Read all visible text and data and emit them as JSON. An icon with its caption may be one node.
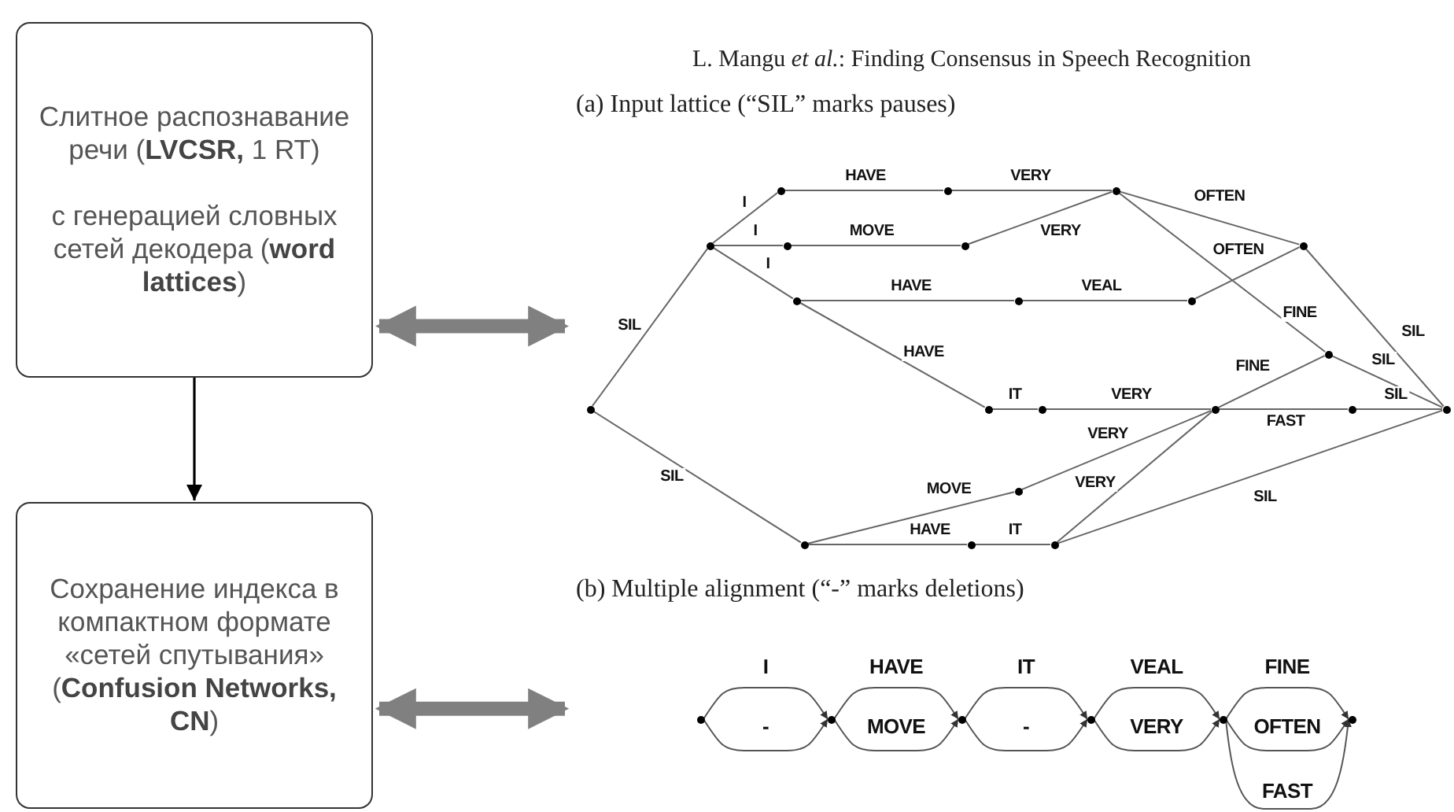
{
  "diagram": {
    "nodes": [
      {
        "text": [
          "Слитное распознавание речи (**LVCSR,** 1 RT)",
          "с генерацией словных сетей декодера (**word lattices**)"
        ]
      },
      {
        "text": [
          "Сохранение индекса в компактном формате «сетей спутывания» (**Confusion Networks, CN**)"
        ]
      },
      {
        "text": [
          "(a) Input lattice (“SIL” marks pauses)"
        ]
      },
      {
        "text": [],
        "shape": "circle",
        "in": 2
      },
      {
        "text": [],
        "shape": "circle",
        "in": 2
      },
      {
        "text": [],
        "shape": "circle",
        "in": 2
      },
      {
        "text": [],
        "shape": "circle",
        "in": 2
      },
      {
        "text": [],
        "shape": "circle",
        "in": 2
      },
      {
        "text": [],
        "shape": "circle",
        "in": 2
      },
      {
        "text": [],
        "shape": "circle",
        "in": 2
      },
      {
        "text": [],
        "shape": "circle",
        "in": 2
      },
      {
        "text": [],
        "shape": "circle",
        "in": 2
      },
      {
        "text": [],
        "shape": "circle",
        "in": 2
      },
      {
        "text": [],
        "shape": "circle",
        "in": 2
      },
      {
        "text": [],
        "shape": "circle",
        "in": 2
      },
      {
        "text": [],
        "shape": "circle",
        "in": 2
      },
      {
        "text": [],
        "shape": "circle",
        "in": 2
      },
      {
        "text": [],
        "shape": "circle",
        "in": 2
      },
      {
        "text": [],
        "shape": "circle",
        "in": 2
      },
      {
        "text": [],
        "shape": "circle",
        "in": 2
      },
      {
        "text": [],
        "shape": "circle",
        "in": 2
      },
      {
        "text": [],
        "shape": "circle",
        "in": 2
      },
      {
        "text": [],
        "shape": "circle",
        "in": 2
      },
      {
        "text": [],
        "shape": "circle",
        "in": 2
      },
      {
        "text": [
          "(b) Multiple alignment (“-” marks deletions)"
        ]
      },
      {
        "text": [],
        "shape": "circle",
        "in": 24
      },
      {
        "text": [],
        "shape": "circle",
        "in": 24
      },
      {
        "text": [],
        "shape": "circle",
        "in": 24
      },
      {
        "text": [],
        "shape": "circle",
        "in": 24
      },
      {
        "text": [],
        "shape": "circle",
        "in": 24
      },
      {
        "text": [],
        "shape": "circle",
        "in": 24
      }
    ],
    "edges": [
      {
        "from": 0,
        "to": 1,
        "arrow": "to",
        "color": "#000000"
      },
      {
        "from": 0,
        "to": 2,
        "arrow": "both",
        "style": "thick",
        "color": "#808080"
      },
      {
        "from": 1,
        "to": 24,
        "arrow": "both",
        "style": "thick",
        "color": "#808080"
      },
      {
        "from": 3,
        "to": 4,
        "arrow": "none",
        "label": "SIL"
      },
      {
        "from": 3,
        "to": 8,
        "arrow": "none",
        "label": "SIL"
      },
      {
        "from": 4,
        "to": 5,
        "arrow": "none",
        "label": "I"
      },
      {
        "from": 4,
        "to": 6,
        "arrow": "none",
        "label": "I"
      },
      {
        "from": 4,
        "to": 7,
        "arrow": "none",
        "label": "I"
      },
      {
        "from": 5,
        "to": 9,
        "arrow": "none",
        "label": "HAVE"
      },
      {
        "from": 9,
        "to": 17,
        "arrow": "none",
        "label": "VERY"
      },
      {
        "from": 6,
        "to": 10,
        "arrow": "none",
        "label": "MOVE"
      },
      {
        "from": 10,
        "to": 17,
        "arrow": "none",
        "label": "VERY"
      },
      {
        "from": 7,
        "to": 13,
        "arrow": "none",
        "label": "HAVE"
      },
      {
        "from": 13,
        "to": 18,
        "arrow": "none",
        "label": "VEAL"
      },
      {
        "from": 17,
        "to": 20,
        "arrow": "none",
        "label": "OFTEN"
      },
      {
        "from": 18,
        "to": 20,
        "arrow": "none",
        "label": "OFTEN"
      },
      {
        "from": 17,
        "to": 21,
        "arrow": "none",
        "label": "FINE"
      },
      {
        "from": 20,
        "to": 23,
        "arrow": "none",
        "label": "SIL"
      },
      {
        "from": 7,
        "to": 12,
        "arrow": "none",
        "label": "HAVE"
      },
      {
        "from": 12,
        "to": 15,
        "arrow": "none",
        "label": "IT"
      },
      {
        "from": 15,
        "to": 19,
        "arrow": "none",
        "label": "VERY"
      },
      {
        "from": 19,
        "to": 21,
        "arrow": "none",
        "label": "FINE"
      },
      {
        "from": 21,
        "to": 23,
        "arrow": "none",
        "label": "SIL"
      },
      {
        "from": 19,
        "to": 22,
        "arrow": "none",
        "label": "FAST"
      },
      {
        "from": 22,
        "to": 23,
        "arrow": "none",
        "label": "SIL"
      },
      {
        "from": 8,
        "to": 14,
        "arrow": "none",
        "label": "MOVE"
      },
      {
        "from": 14,
        "to": 19,
        "arrow": "none",
        "label": "VERY"
      },
      {
        "from": 16,
        "to": 19,
        "arrow": "none",
        "label": "VERY"
      },
      {
        "from": 16,
        "to": 23,
        "arrow": "none",
        "label": "SIL"
      },
      {
        "from": 8,
        "to": 11,
        "arrow": "none",
        "label": "HAVE"
      },
      {
        "from": 11,
        "to": 16,
        "arrow": "none",
        "label": "IT"
      },
      {
        "from": 25,
        "to": 26,
        "arrow": "to",
        "label": "I"
      },
      {
        "from": 25,
        "to": 26,
        "arrow": "to",
        "label": "-"
      },
      {
        "from": 26,
        "to": 27,
        "arrow": "to",
        "label": "HAVE"
      },
      {
        "from": 26,
        "to": 27,
        "arrow": "to",
        "label": "MOVE"
      },
      {
        "from": 27,
        "to": 28,
        "arrow": "to",
        "label": "IT"
      },
      {
        "from": 27,
        "to": 28,
        "arrow": "to",
        "label": "-"
      },
      {
        "from": 28,
        "to": 29,
        "arrow": "to",
        "label": "VEAL"
      },
      {
        "from": 28,
        "to": 29,
        "arrow": "to",
        "label": "VERY"
      },
      {
        "from": 29,
        "to": 30,
        "arrow": "to",
        "label": "FINE"
      },
      {
        "from": 29,
        "to": 30,
        "arrow": "to",
        "label": "OFTEN"
      },
      {
        "from": 29,
        "to": 30,
        "arrow": "to",
        "label": "FAST"
      }
    ],
    "labels": [
      "L. Mangu *et al.*: Finding Consensus in Speech Recognition"
    ]
  }
}
